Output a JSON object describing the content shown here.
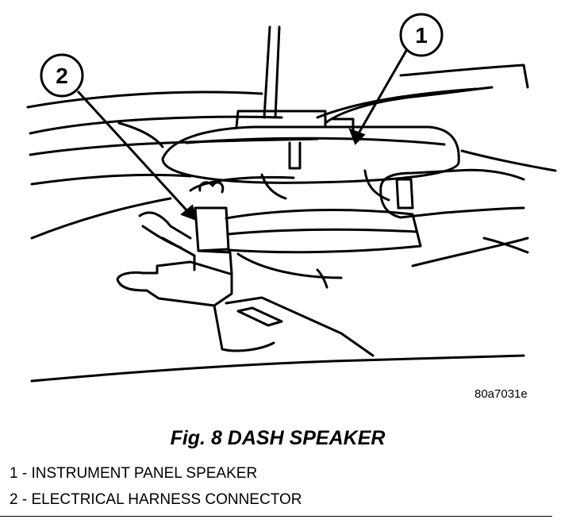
{
  "callouts": [
    {
      "number": "1"
    },
    {
      "number": "2"
    }
  ],
  "figure_id": "80a7031e",
  "caption": "Fig. 8 DASH SPEAKER",
  "legend": [
    "1 - INSTRUMENT PANEL SPEAKER",
    "2 - ELECTRICAL HARNESS CONNECTOR"
  ]
}
